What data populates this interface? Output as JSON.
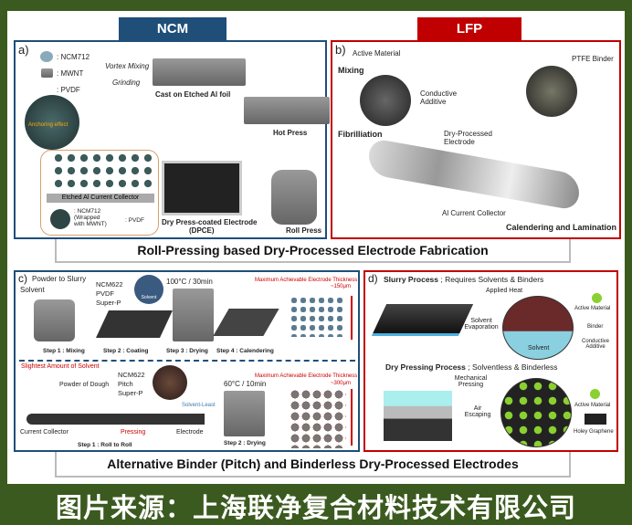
{
  "tabs": {
    "ncm": "NCM",
    "lfp": "LFP"
  },
  "colors": {
    "ncm": "#1f4e79",
    "lfp": "#c00000",
    "background": "#3b5a1f"
  },
  "panel_a": {
    "label": "a)",
    "legend": [
      ": NCM712",
      ": MWNT",
      ": PVDF"
    ],
    "mix1": "Vortex Mixing",
    "mix2": "Grinding",
    "cast": "Cast on Etched Al foil",
    "hot": "Hot Press",
    "roll": "Roll Press",
    "dpce1": "Dry Press-coated Electrode",
    "dpce2": "(DPCE)",
    "collector": "Etched Al Current Collector",
    "anch": "Anchoring effect",
    "wrapped": ": NCM712 (Wrapped with MWNT)",
    "pvdf": ": PVDF"
  },
  "panel_b": {
    "label": "b)",
    "active": "Active Material",
    "mixing": "Mixing",
    "conductive": "Conductive Additive",
    "ptfe": "PTFE Binder",
    "fibril": "Fibrilliation",
    "dry": "Dry-Processed Electrode",
    "al": "Al Current Collector",
    "cal": "Calendering and Lamination"
  },
  "banner1": "Roll-Pressing based Dry-Processed Electrode Fabrication",
  "panel_c": {
    "label": "c)",
    "p2s": "Powder to Slurry",
    "solvent": "Solvent",
    "mats1": [
      "NCM622",
      "PVDF",
      "Super-P"
    ],
    "solv_bubble": "Solvent",
    "cond1": "100°C / 30min",
    "max1": "Maximum Achievable Electrode Thickness",
    "th1": "~150μm",
    "steps1": [
      "Step 1 : Mixing",
      "Step 2 : Coating",
      "Step 3 : Drying",
      "Step 4 : Calendering"
    ],
    "slight": "Slightest Amount of Solvent",
    "dough": "Powder of Dough",
    "mats2": [
      "NCM622",
      "Pitch",
      "Super-P"
    ],
    "least": "Solvent-Least",
    "cond2": "60°C / 10min",
    "max2": "Maximum Achievable Electrode Thickness",
    "th2": "~300μm",
    "cc": "Current Collector",
    "pressing": "Pressing",
    "electrode": "Electrode",
    "steps2": [
      "Step 1 : Roll to Roll",
      "Step 2 : Drying"
    ]
  },
  "panel_d": {
    "label": "d)",
    "slurry": "Slurry Process",
    "slurry_sub": "; Requires Solvents & Binders",
    "heat": "Applied Heat",
    "evap": "Solvent Evaporation",
    "solvent": "Solvent",
    "active": "Active Material",
    "binder": "Binder",
    "cond": "Conductive Additive",
    "dry": "Dry Pressing Process",
    "dry_sub": "; Solventless & Binderless",
    "mech": "Mechanical Pressing",
    "air": "Air Escaping",
    "active2": "Active Material",
    "holey": "Holey Graphene"
  },
  "banner2": "Alternative Binder (Pitch) and Binderless Dry-Processed Electrodes",
  "footer": "图片来源：上海联净复合材料技术有限公司"
}
